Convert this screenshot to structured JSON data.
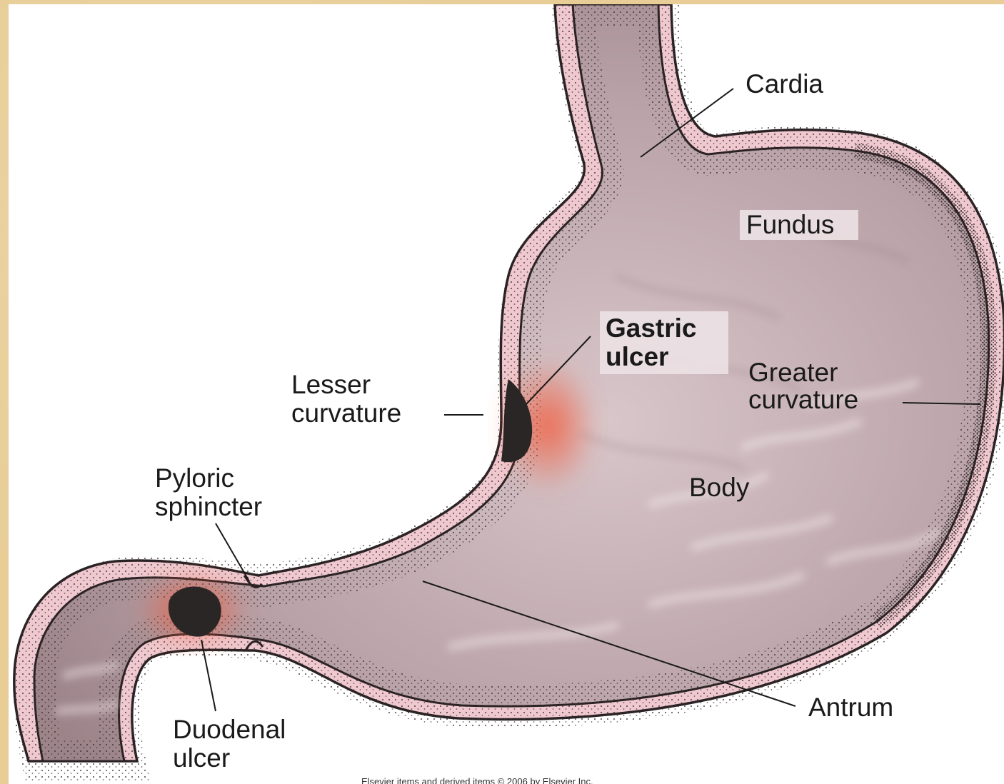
{
  "labels": {
    "cardia": "Cardia",
    "fundus": "Fundus",
    "gastric_ulcer_line1": "Gastric",
    "gastric_ulcer_line2": "ulcer",
    "greater_curvature_line1": "Greater",
    "greater_curvature_line2": "curvature",
    "lesser_curvature_line1": "Lesser",
    "lesser_curvature_line2": "curvature",
    "body": "Body",
    "pyloric_sphincter_line1": "Pyloric",
    "pyloric_sphincter_line2": "sphincter",
    "antrum": "Antrum",
    "duodenal_ulcer_line1": "Duodenal",
    "duodenal_ulcer_line2": "ulcer"
  },
  "credit": "Elsevier items and derived items © 2006 by Elsevier Inc.",
  "colors": {
    "frame": "#e8cd97",
    "wall": "#f3d2d6",
    "lumen": "#bfa7ad",
    "ulcer": "#2b2626",
    "inflammation": "#f07050"
  }
}
